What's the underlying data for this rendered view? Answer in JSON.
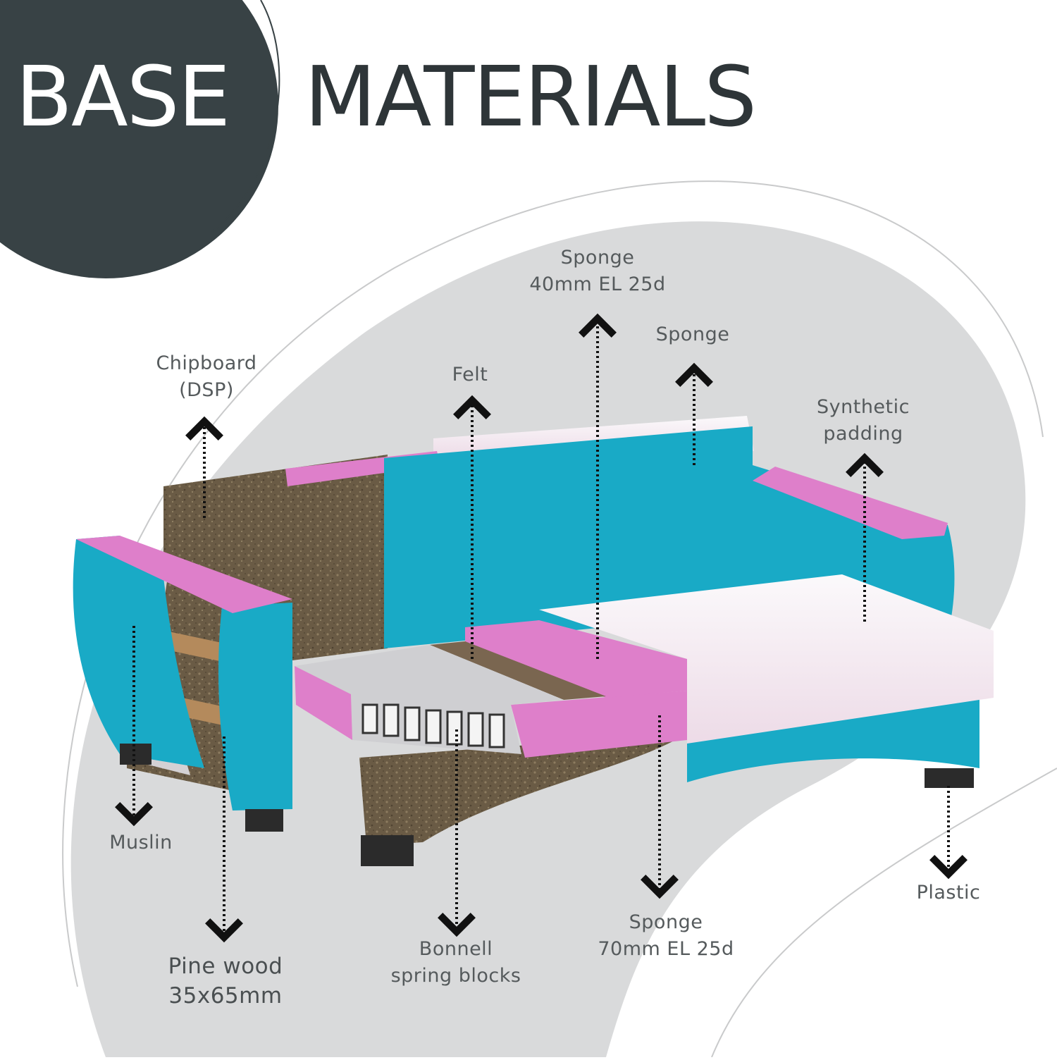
{
  "title": {
    "word1": "BASE",
    "word2": "MATERIALS"
  },
  "colors": {
    "badge": "#384245",
    "background_blob": "#d9dadb",
    "sponge_blue": "#19aac6",
    "sponge_pink": "#de7fca",
    "chipboard": "#6a5b45",
    "padding_white": "#f3eef2",
    "leg_black": "#2b2b2b",
    "label_text": "#555a5c"
  },
  "labels": {
    "chipboard": [
      "Chipboard",
      "(DSP)"
    ],
    "felt": [
      "Felt"
    ],
    "sponge_top": [
      "Sponge",
      "40mm EL 25d"
    ],
    "sponge_back": [
      "Sponge"
    ],
    "synthetic": [
      "Synthetic",
      "padding"
    ],
    "muslin": [
      "Muslin"
    ],
    "pine": [
      "Pine wood",
      "35x65mm"
    ],
    "bonnell": [
      "Bonnell",
      "spring blocks"
    ],
    "sponge_seat": [
      "Sponge",
      "70mm EL 25d"
    ],
    "plastic": [
      "Plastic"
    ]
  }
}
